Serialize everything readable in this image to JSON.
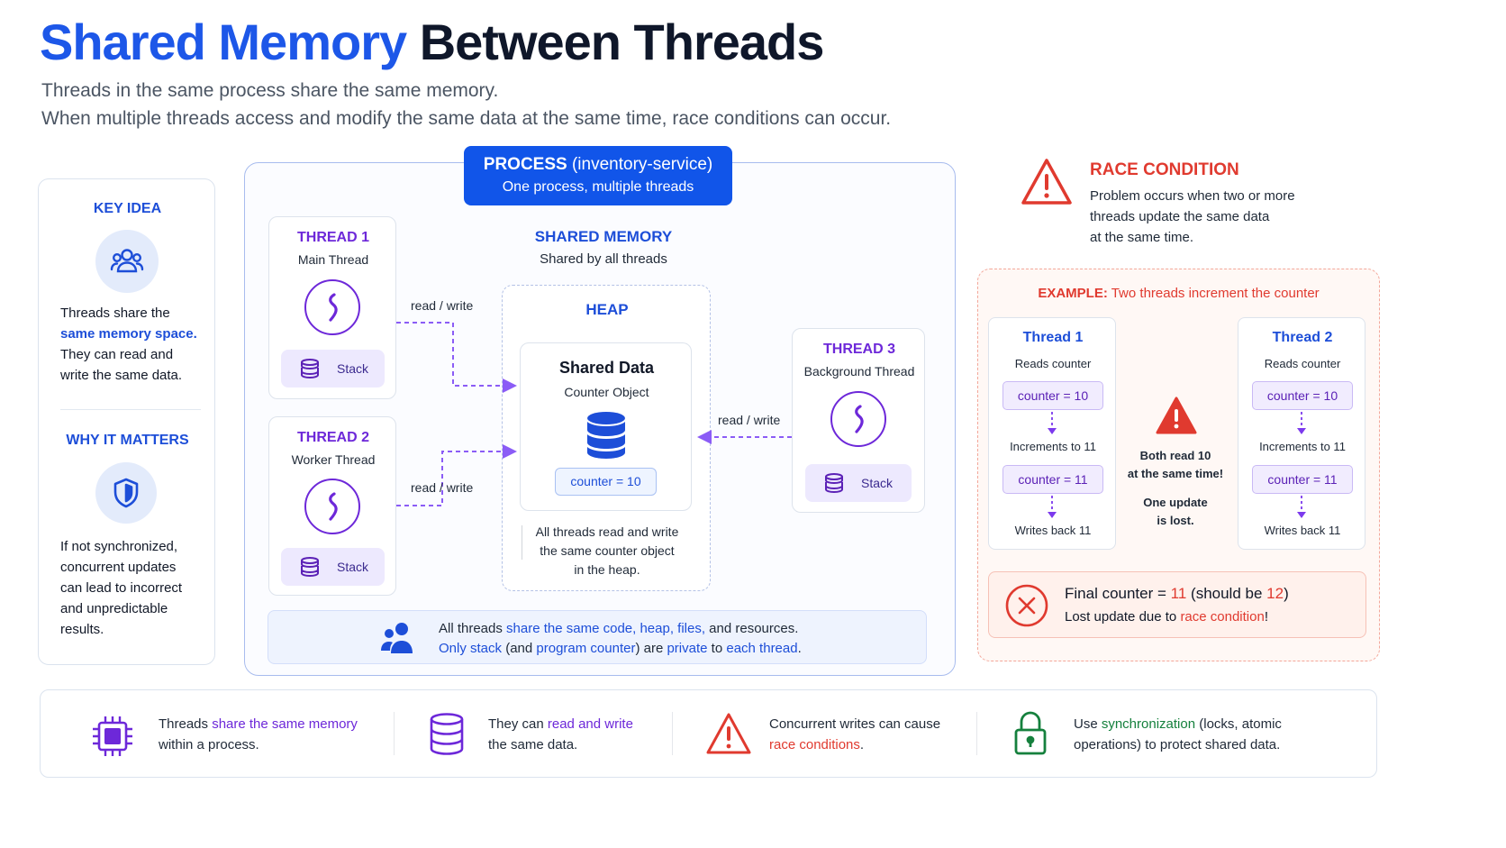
{
  "header": {
    "title_part1": "Shared Memory",
    "title_part2": "Between Threads",
    "subtitle_line1": "Threads in the same process share the same memory.",
    "subtitle_line2": "When multiple threads access and modify the same data at the same time, race conditions can occur."
  },
  "left_panel": {
    "key_idea": {
      "title": "KEY IDEA",
      "icon": "users-icon",
      "text_a": "Threads share the",
      "text_highlight": "same memory space.",
      "text_b": "They can read and",
      "text_c": "write the same data."
    },
    "why_matters": {
      "title": "WHY IT MATTERS",
      "icon": "shield-icon",
      "lines": [
        "If not synchronized,",
        "concurrent updates",
        "can lead to incorrect",
        "and unpredictable",
        "results."
      ]
    }
  },
  "process": {
    "banner_label": "PROCESS",
    "banner_name": "(inventory-service)",
    "banner_sub": "One process, multiple threads",
    "threads": [
      {
        "title": "THREAD 1",
        "subtitle": "Main Thread",
        "stack": "Stack"
      },
      {
        "title": "THREAD 2",
        "subtitle": "Worker Thread",
        "stack": "Stack"
      },
      {
        "title": "THREAD 3",
        "subtitle": "Background Thread",
        "stack": "Stack"
      }
    ],
    "arrow_label": "read / write",
    "shared_memory_title": "SHARED MEMORY",
    "shared_memory_sub": "Shared by all threads",
    "heap_title": "HEAP",
    "shared_data_title": "Shared Data",
    "shared_data_sub": "Counter Object",
    "counter": "counter = 10",
    "heap_note": [
      "All threads read and write",
      "the same counter object",
      "in the heap."
    ],
    "note": {
      "l1_a": "All threads ",
      "l1_b": "share the same code, heap, files,",
      "l1_c": " and resources.",
      "l2_a": "Only stack",
      "l2_b": " (and ",
      "l2_c": "program counter",
      "l2_d": ") are ",
      "l2_e": "private",
      "l2_f": " to ",
      "l2_g": "each thread",
      "l2_h": "."
    }
  },
  "race": {
    "title": "RACE CONDITION",
    "desc": [
      "Problem occurs when two or more",
      "threads update the same data",
      "at the same time."
    ],
    "example_a": "EXAMPLE:",
    "example_b": " Two threads increment the counter",
    "columns": [
      {
        "title": "Thread 1",
        "reads": "Reads counter",
        "before": "counter = 10",
        "step": "Increments to 11",
        "after": "counter = 11",
        "writes": "Writes back 11"
      },
      {
        "title": "Thread 2",
        "reads": "Reads counter",
        "before": "counter = 10",
        "step": "Increments to 11",
        "after": "counter = 11",
        "writes": "Writes back 11"
      }
    ],
    "middle": [
      "Both read 10",
      "at the same time!",
      "One update",
      "is lost."
    ],
    "final": {
      "a": "Final counter = ",
      "v1": "11",
      "b": " (should be ",
      "v2": "12",
      "c": ")",
      "d": "Lost update due to ",
      "e": "race condition",
      "f": "!"
    }
  },
  "footer": [
    {
      "icon": "cpu-chip-icon",
      "a": "Threads ",
      "b": "share the same memory",
      "c": "within a process."
    },
    {
      "icon": "database-icon",
      "a": "They can ",
      "b": "read and write",
      "c": "the same data."
    },
    {
      "icon": "warning-icon",
      "a": "Concurrent writes can cause",
      "b": "race conditions",
      "c": "."
    },
    {
      "icon": "lock-icon",
      "a": "Use ",
      "b": "synchronization",
      "c": " (locks, atomic",
      "d": "operations) to protect shared data."
    }
  ],
  "colors": {
    "blue": "#1d57e8",
    "purple": "#6d28d9",
    "red": "#e03a2f",
    "green": "#15803d"
  }
}
